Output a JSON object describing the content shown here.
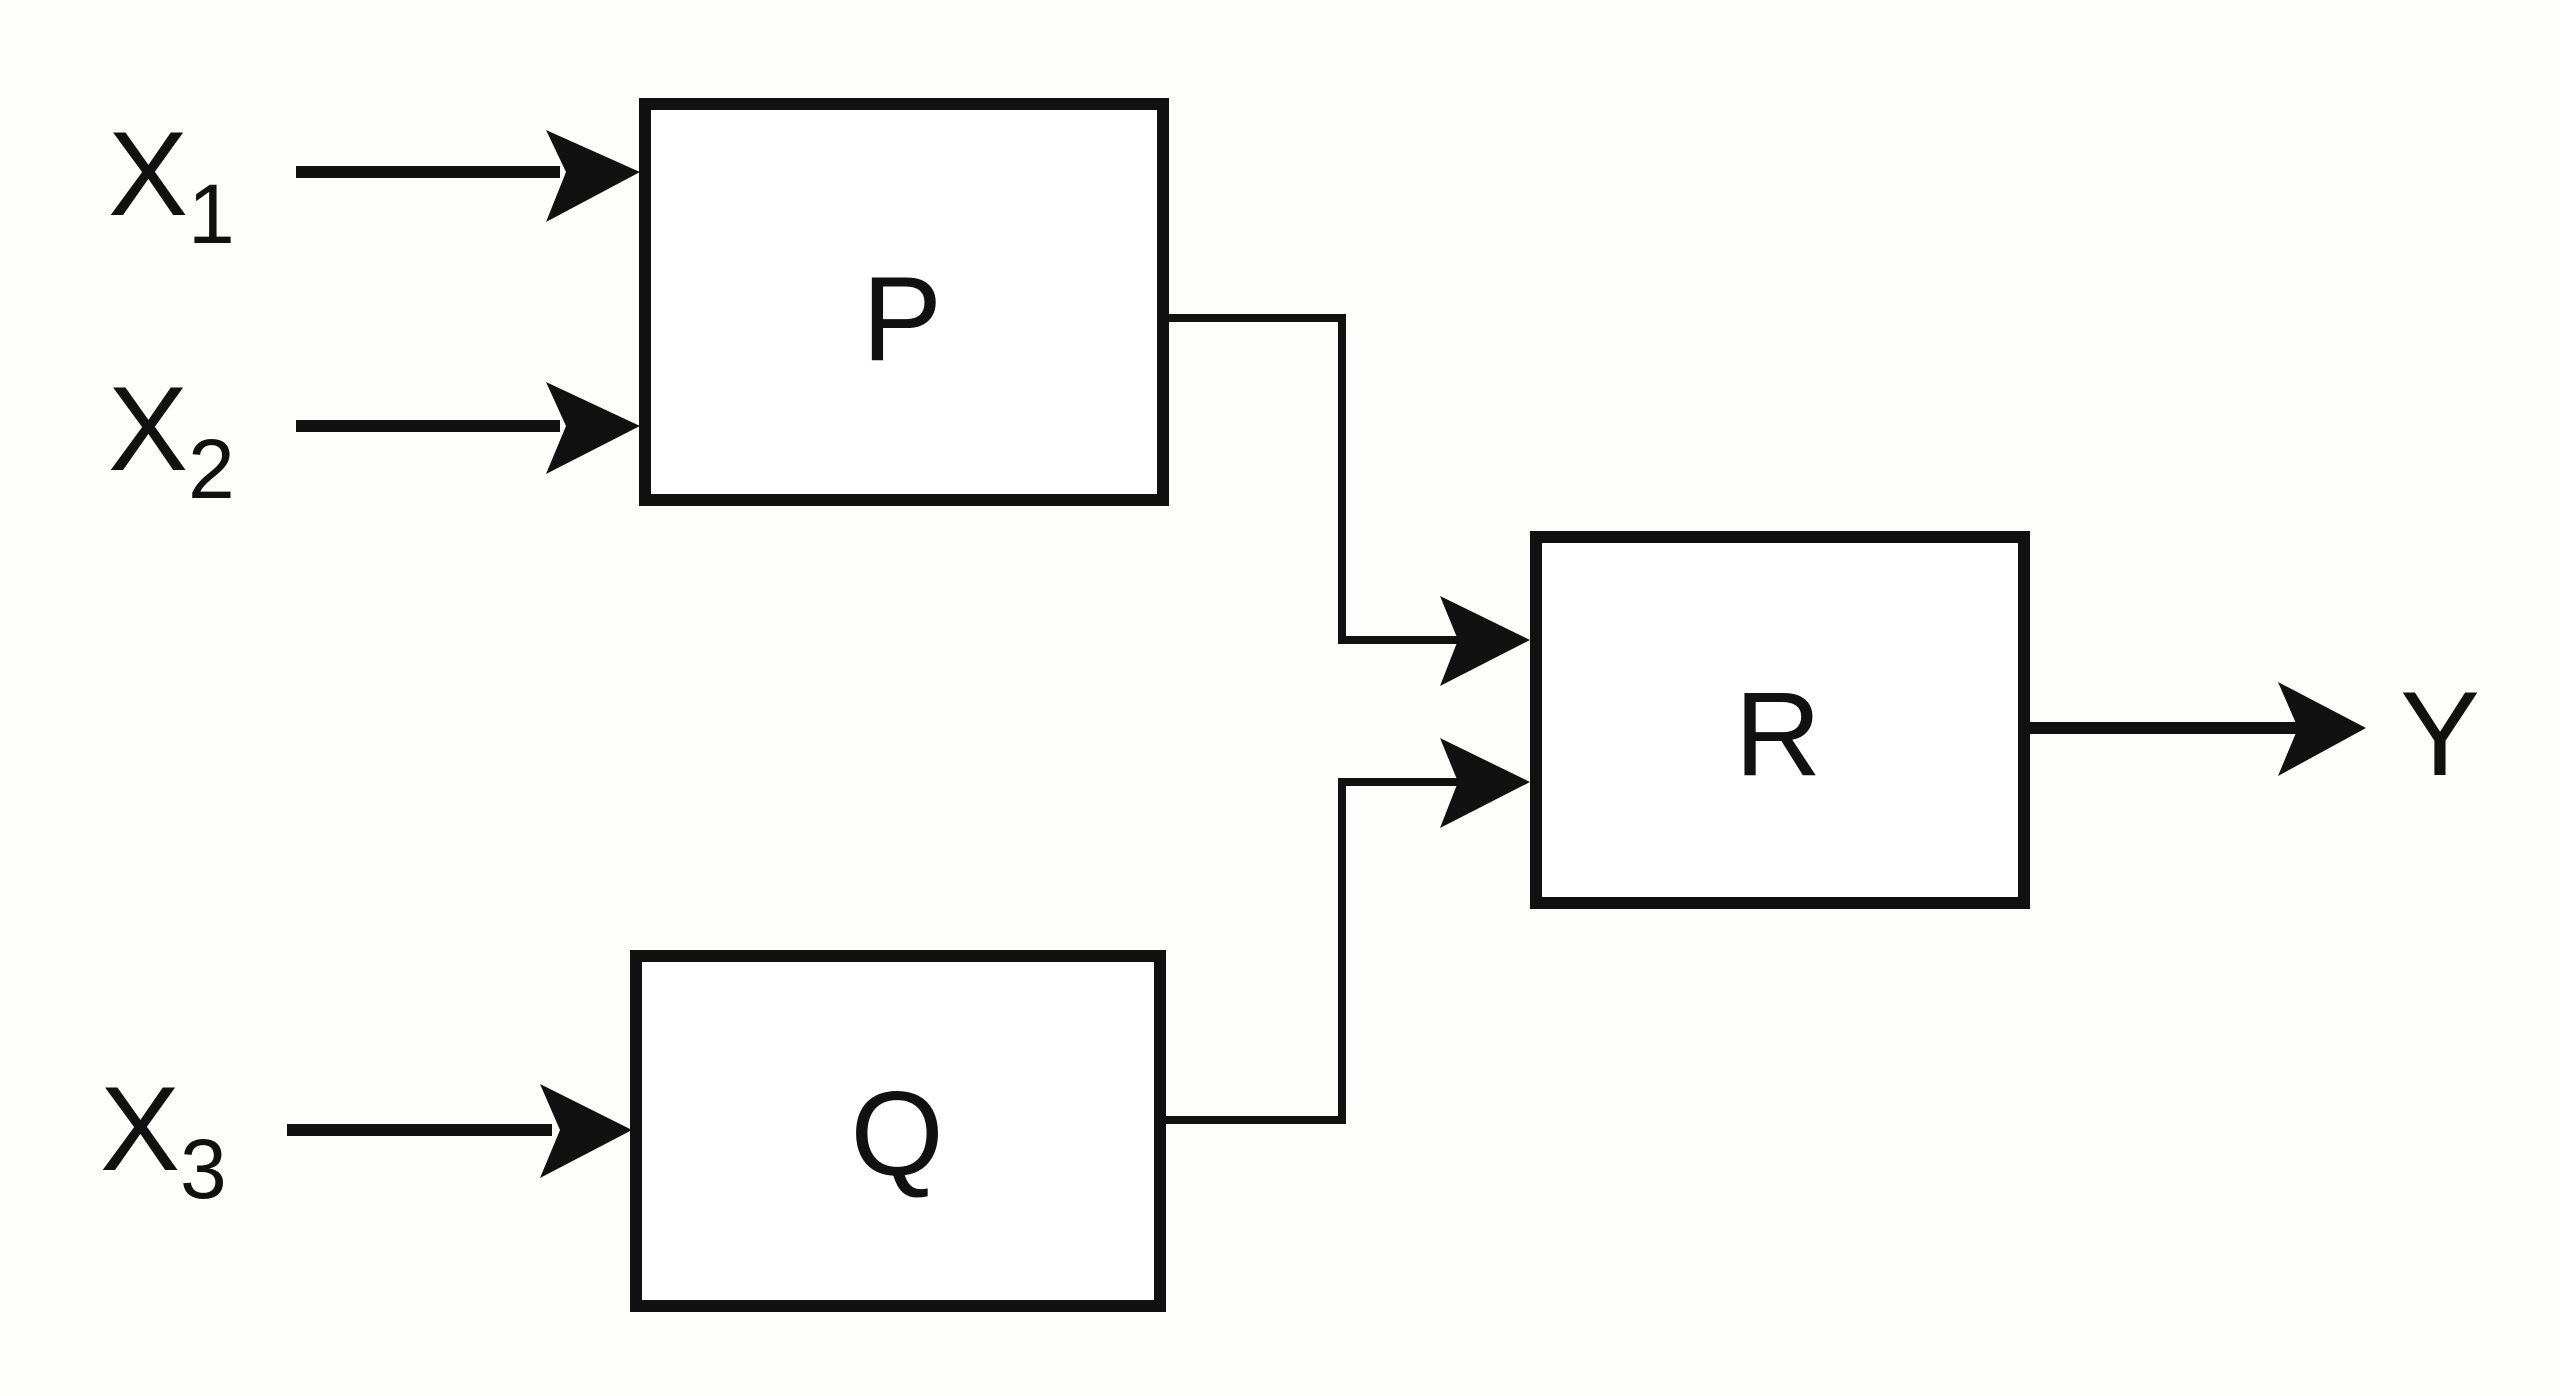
{
  "diagram": {
    "inputs": [
      {
        "name": "X",
        "subscript": "1"
      },
      {
        "name": "X",
        "subscript": "2"
      },
      {
        "name": "X",
        "subscript": "3"
      }
    ],
    "blocks": [
      {
        "id": "P",
        "label": "P"
      },
      {
        "id": "Q",
        "label": "Q"
      },
      {
        "id": "R",
        "label": "R"
      }
    ],
    "output": {
      "name": "Y"
    },
    "connections": [
      {
        "from": "X1",
        "to": "P"
      },
      {
        "from": "X2",
        "to": "P"
      },
      {
        "from": "X3",
        "to": "Q"
      },
      {
        "from": "P",
        "to": "R"
      },
      {
        "from": "Q",
        "to": "R"
      },
      {
        "from": "R",
        "to": "Y"
      }
    ],
    "colors": {
      "stroke": "#111111",
      "background": "#fdfdfb"
    }
  }
}
